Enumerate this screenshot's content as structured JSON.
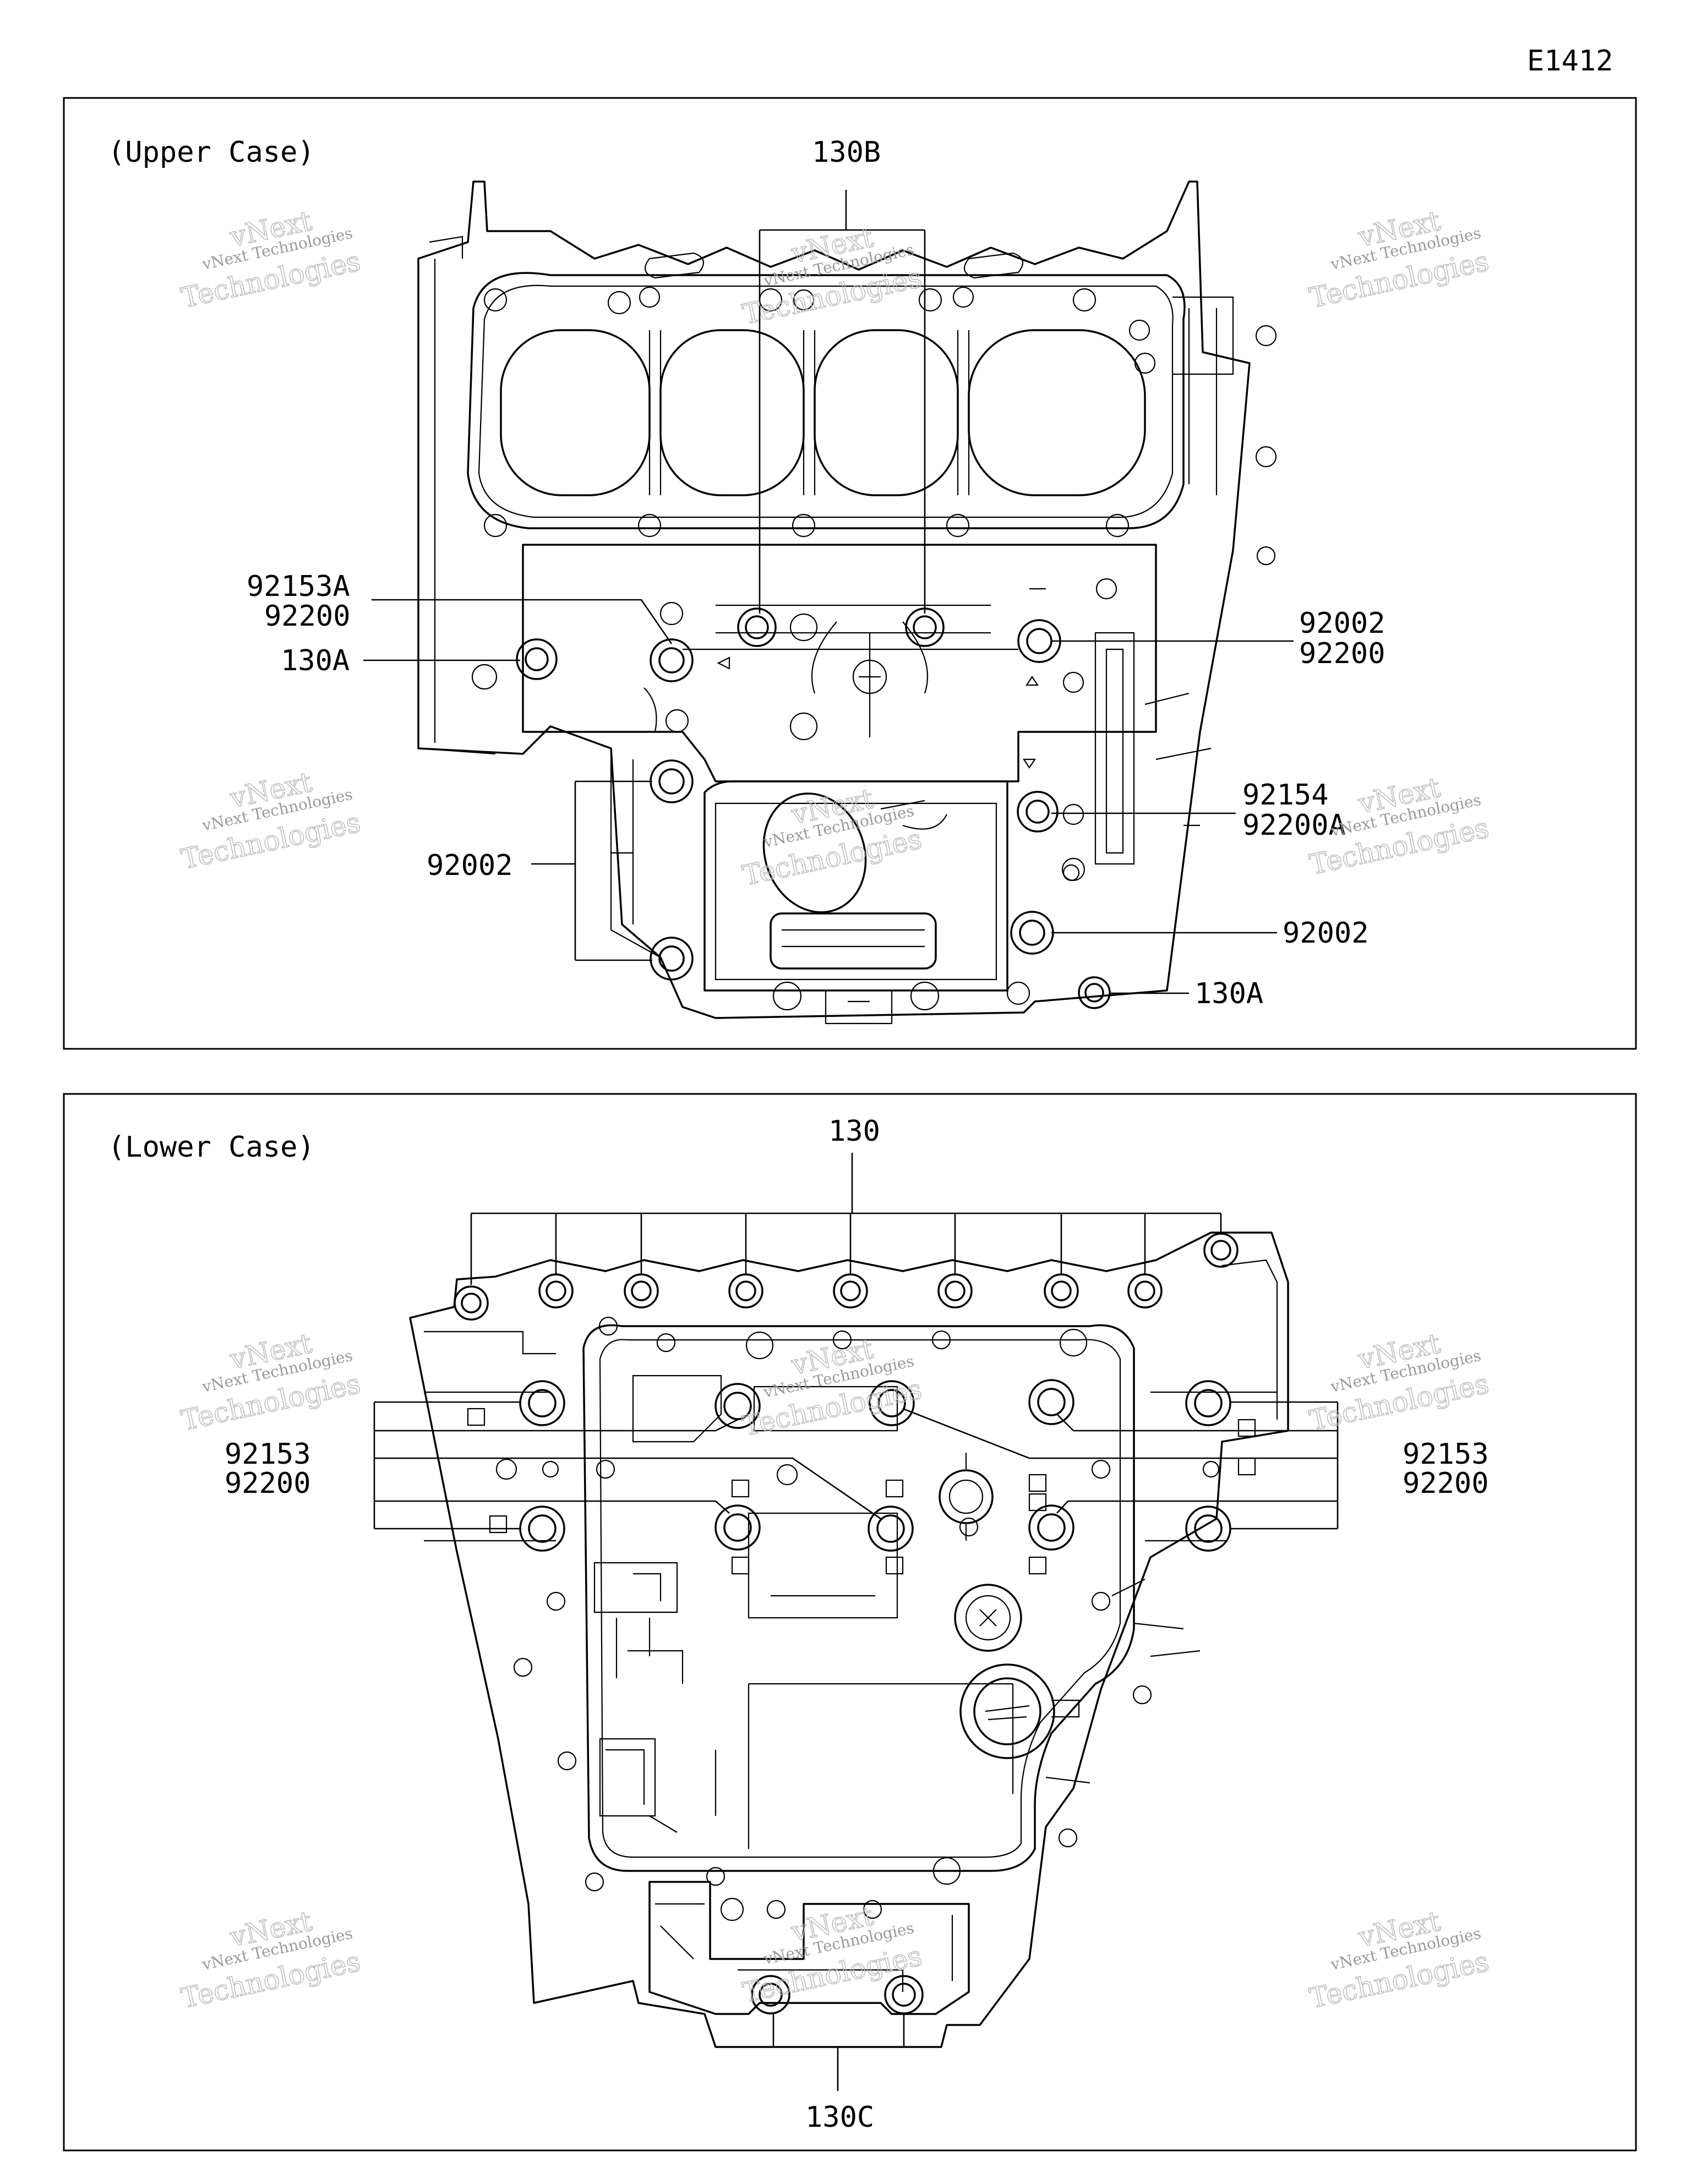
{
  "diagram": {
    "code": "E1412",
    "upper": {
      "title": "(Upper Case)",
      "labels": {
        "l130B": "130B",
        "l92153A": "92153A",
        "l92200a": "92200",
        "l130A_left": "130A",
        "l92002a": "92002",
        "l92200b": "92200",
        "l92154": "92154",
        "l92200A": "92200A",
        "l92002_left": "92002",
        "l92002c": "92002",
        "l130A_right": "130A"
      }
    },
    "lower": {
      "title": "(Lower Case)",
      "labels": {
        "l130": "130",
        "l92153_left": "92153",
        "l92200_left": "92200",
        "l92153_right": "92153",
        "l92200_right": "92200",
        "l130C": "130C"
      }
    },
    "watermark": {
      "line1": "vNext Technologies",
      "line2": "vNext",
      "line3": "Technologies"
    }
  }
}
